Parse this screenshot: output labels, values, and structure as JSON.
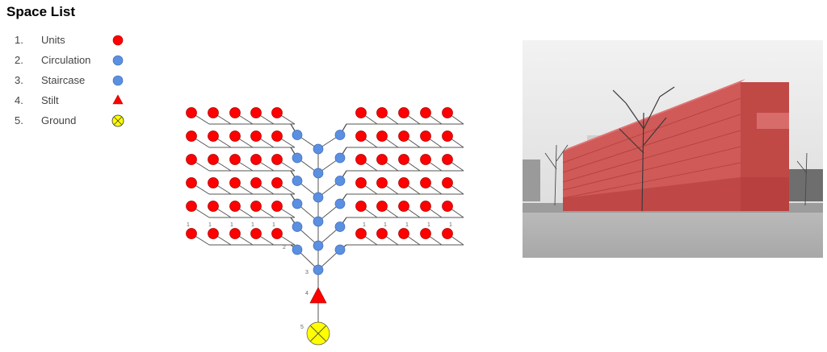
{
  "title": "Space List",
  "legend": [
    {
      "num": "1.",
      "label": "Units",
      "symbol": "red-circle"
    },
    {
      "num": "2.",
      "label": "Circulation",
      "symbol": "blue-circle"
    },
    {
      "num": "3.",
      "label": "Staircase",
      "symbol": "blue-circle"
    },
    {
      "num": "4.",
      "label": "Stilt",
      "symbol": "red-triangle"
    },
    {
      "num": "5.",
      "label": "Ground",
      "symbol": "yellow-crossed-circle"
    }
  ],
  "diagram": {
    "floors": 6,
    "units_per_side": 5,
    "node_labels": {
      "unit": "1",
      "circulation": "2",
      "staircase": "3",
      "stilt": "4",
      "ground": "5"
    }
  },
  "colors": {
    "unit": "#ff0000",
    "circulation": "#5b8fe0",
    "stilt": "#ff0000",
    "ground": "#ffff00",
    "building_highlight": "#d9534f"
  },
  "photo": {
    "description_icon": "building-photo-icon"
  }
}
